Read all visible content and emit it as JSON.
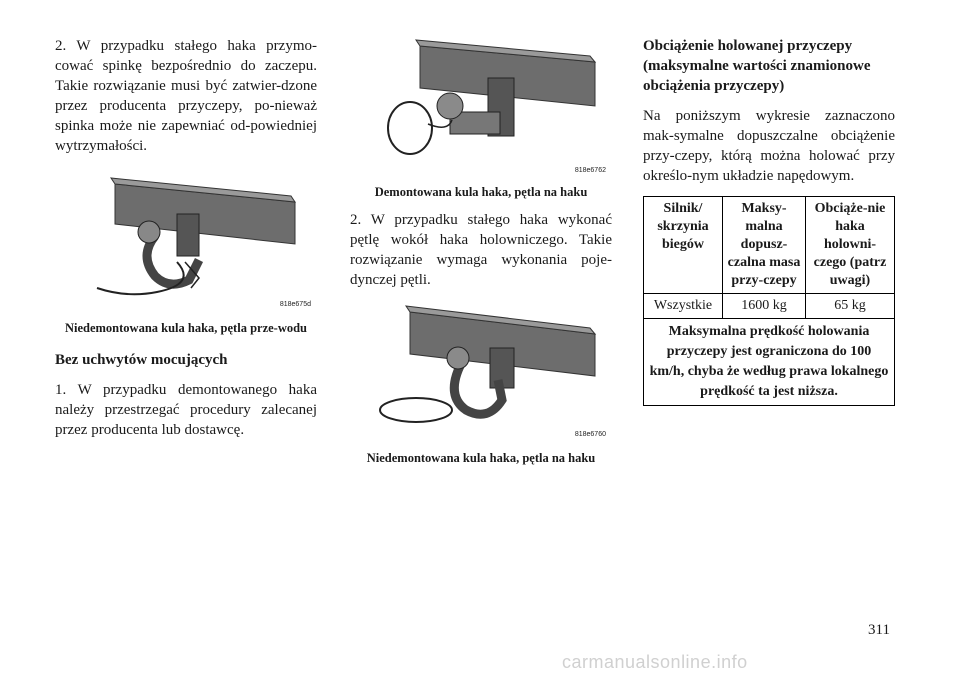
{
  "column1": {
    "para2": "2. W przypadku stałego haka przymo-cować spinkę bezpośrednio do zaczepu. Takie rozwiązanie musi być zatwier-dzone przez producenta przyczepy, po-nieważ spinka może nie zapewniać od-powiedniej wytrzymałości.",
    "figure1": {
      "code": "818e675d",
      "caption": "Niedemontowana kula haka, pętla prze-wodu"
    },
    "heading": "Bez uchwytów mocujących",
    "para1": "1. W przypadku demontowanego haka należy przestrzegać procedury zalecanej przez producenta lub dostawcę."
  },
  "column2": {
    "figure2": {
      "code": "818e6762",
      "caption": "Demontowana kula haka, pętla na haku"
    },
    "para2": "2. W przypadku stałego haka wykonać pętlę wokół haka holowniczego. Takie rozwiązanie wymaga wykonania poje-dynczej pętli.",
    "figure3": {
      "code": "818e6760",
      "caption": "Niedemontowana kula haka, pętla na haku"
    }
  },
  "column3": {
    "heading": "Obciążenie holowanej przyczepy (maksymalne wartości znamionowe obciążenia przyczepy)",
    "intro": "Na poniższym wykresie zaznaczono mak-symalne dopuszczalne obciążenie przy-czepy, którą można holować przy określo-nym układzie napędowym.",
    "table": {
      "headers": [
        "Silnik/ skrzynia biegów",
        "Maksy-malna dopusz-czalna masa przy-czepy",
        "Obciąże-nie haka holowni-czego (patrz uwagi)"
      ],
      "row": [
        "Wszystkie",
        "1600 kg",
        "65 kg"
      ],
      "note": "Maksymalna prędkość holowania przyczepy jest ograniczona do 100 km/h, chyba że według prawa lokalnego prędkość ta jest niższa."
    }
  },
  "page_number": "311",
  "watermark": "carmanualsonline.info"
}
